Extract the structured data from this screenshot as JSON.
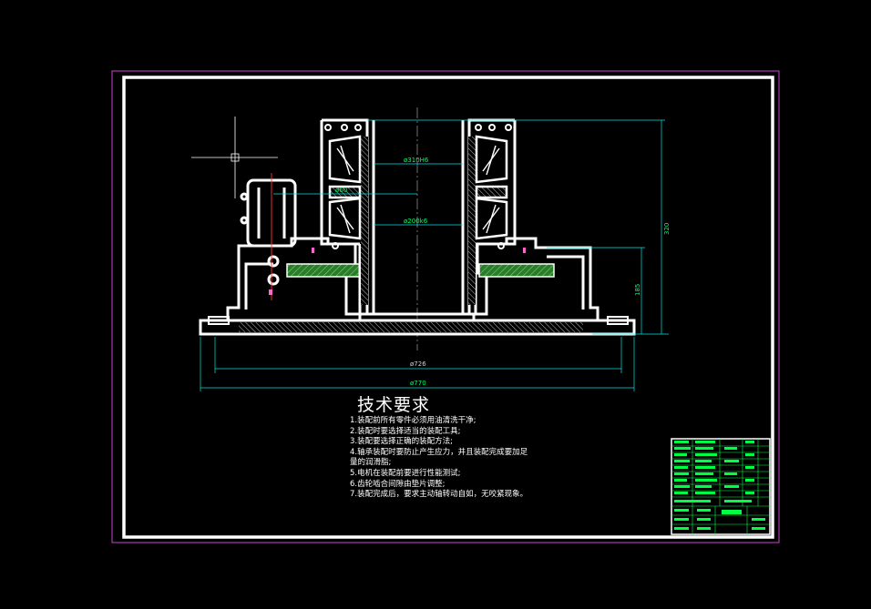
{
  "dimensions": {
    "bore_upper": "ø310H6",
    "bore_lower": "ø200k6",
    "small_left": "ø60",
    "overall_height": "320",
    "inner_height": "185",
    "base_inner": "ø726",
    "base_outer": "ø770"
  },
  "requirements": {
    "title": "技术要求",
    "items": [
      "1.装配前所有零件必须用油清洗干净;",
      "2.装配时要选择适当的装配工具;",
      "3.装配要选择正确的装配方法;",
      "4.轴承装配时要防止产生应力，并且装配完成要加足",
      "量的润滑脂;",
      "5.电机在装配前要进行性能测试;",
      "6.齿轮啮合间隙由垫片调整;",
      "7.装配完成后，要求主动轴转动自如，无咬紧现象。"
    ]
  },
  "colors": {
    "background": "#000000",
    "frame": "#cc44cc",
    "outline": "#ffffff",
    "dimension": "#00e5e5",
    "hatch": "#55cc55",
    "centerline": "#ff3333",
    "title_block": "#00ff44"
  }
}
